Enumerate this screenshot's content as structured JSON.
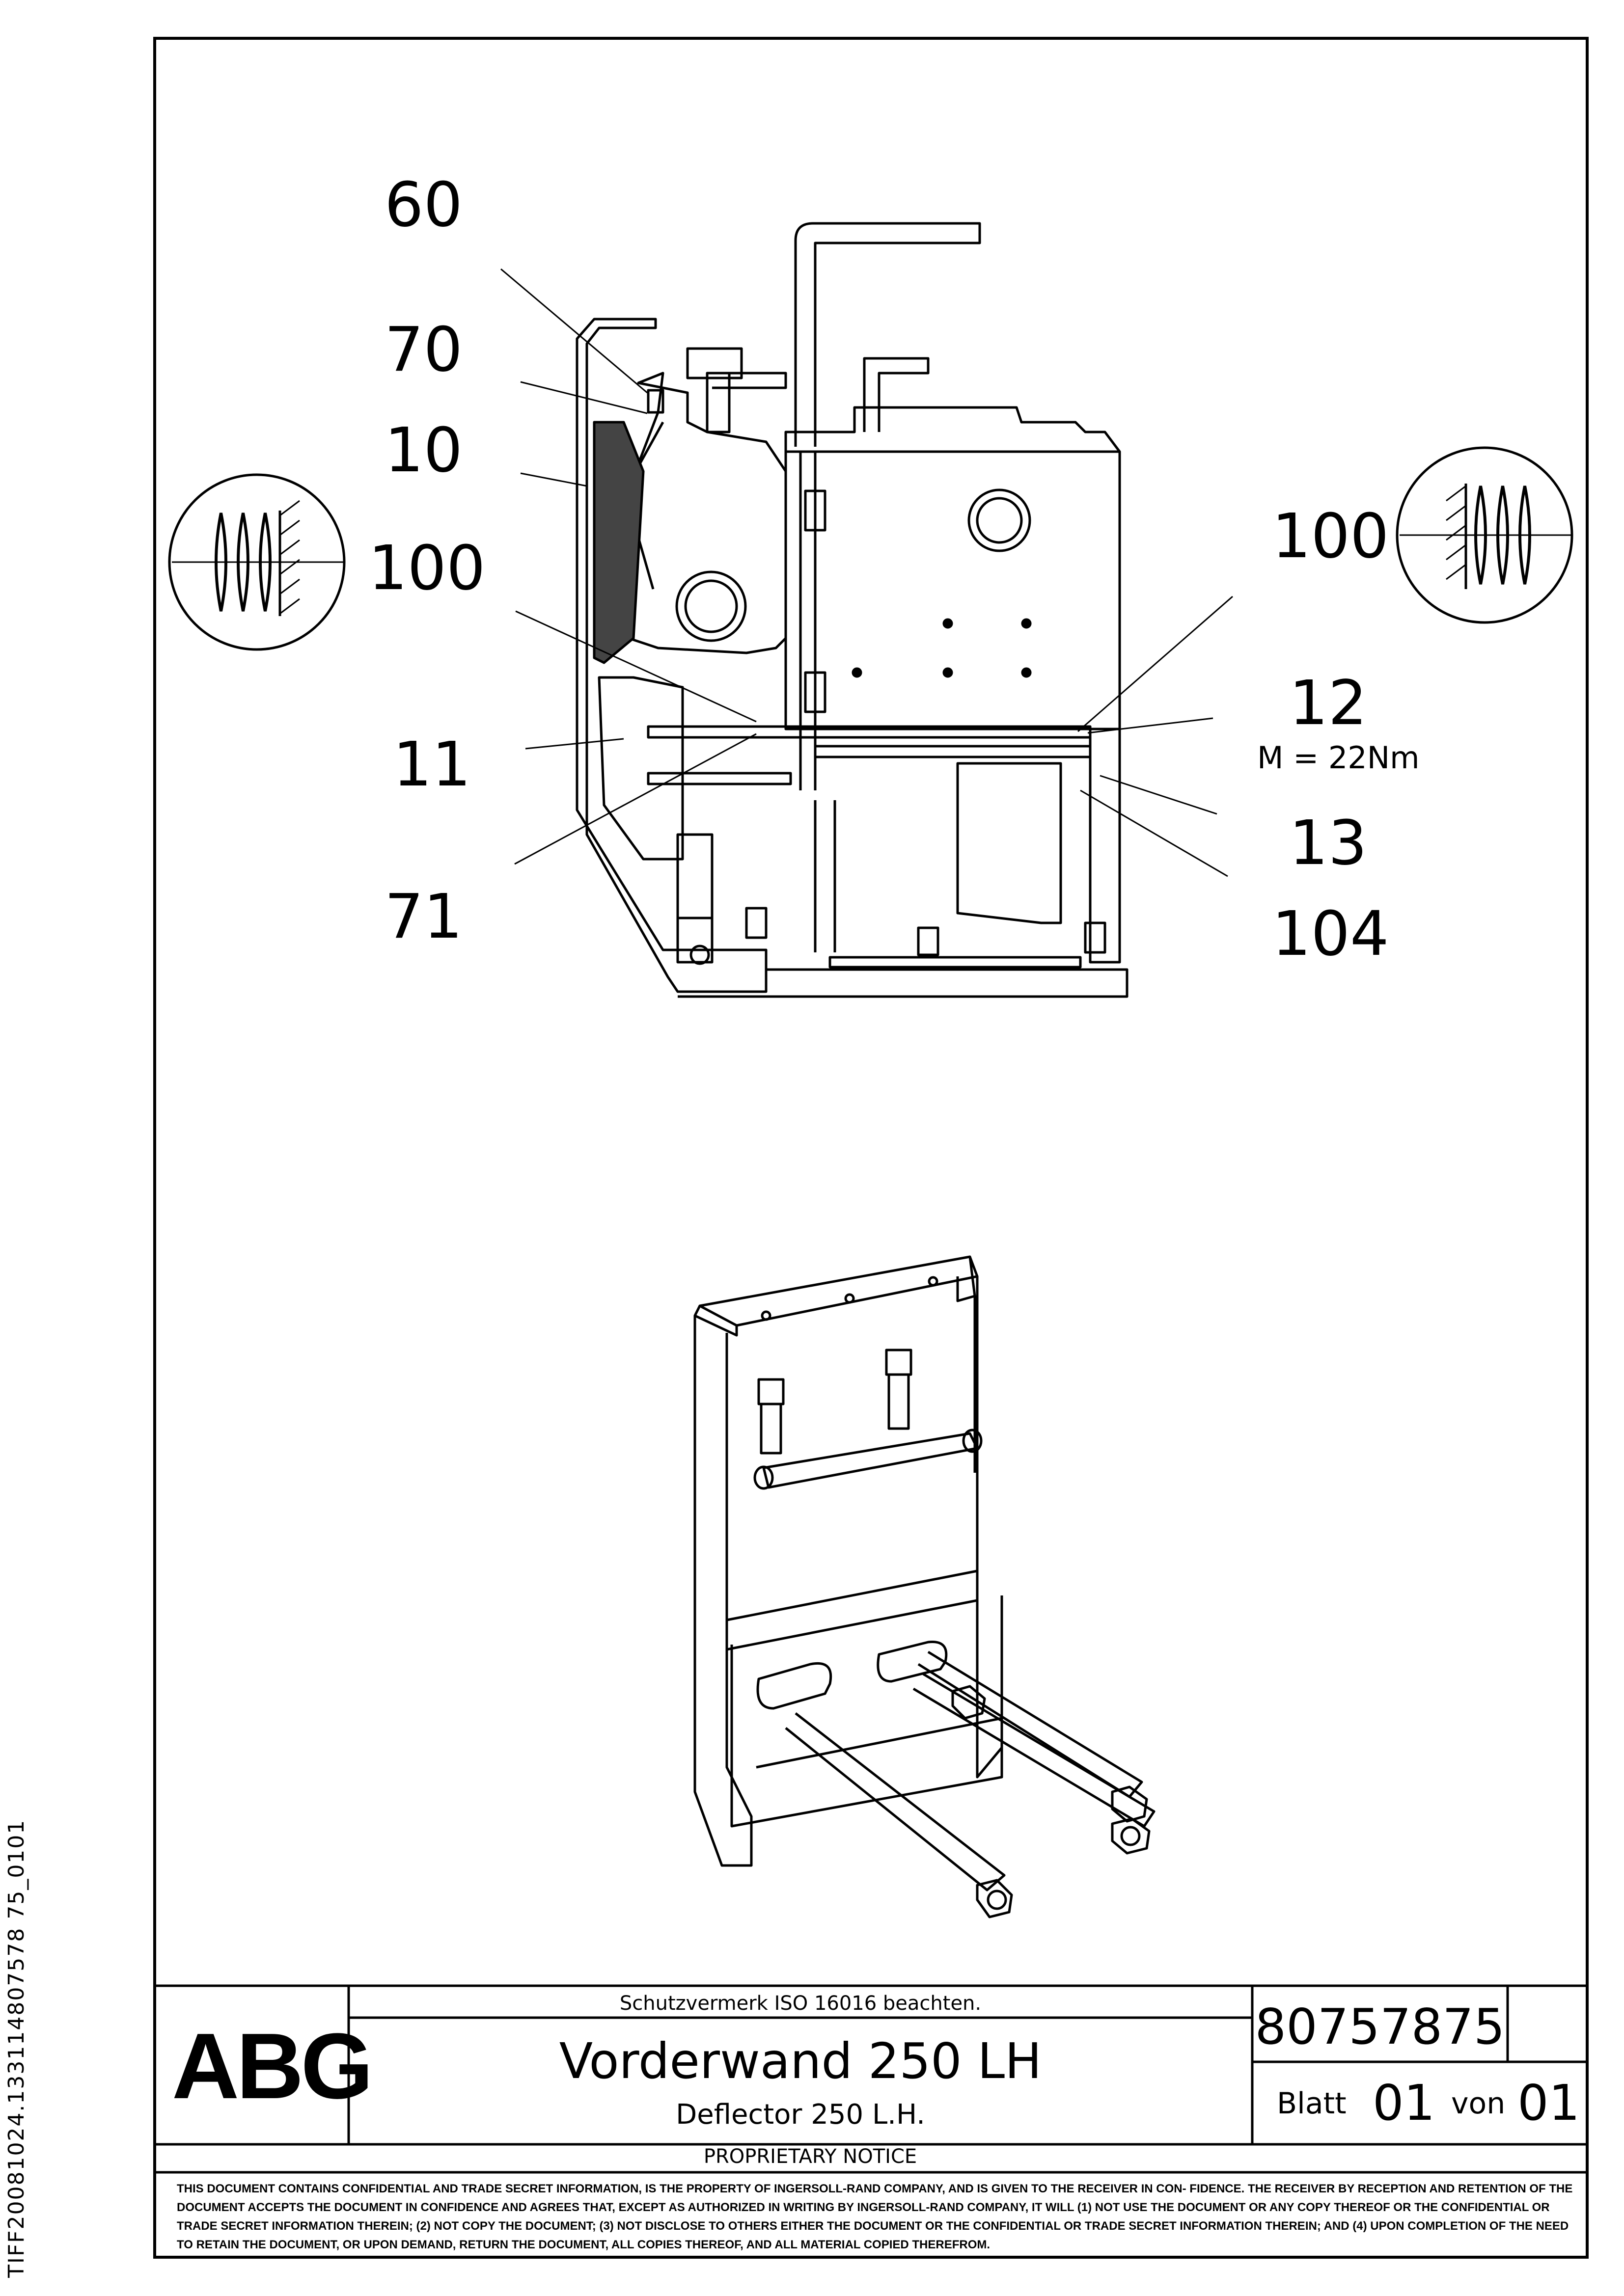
{
  "callouts": {
    "c60": "60",
    "c70": "70",
    "c10": "10",
    "c100_left": "100",
    "c11": "11",
    "c71": "71",
    "c100_right": "100",
    "c12": "12",
    "torque": "M = 22Nm",
    "c13": "13",
    "c104": "104"
  },
  "title_block": {
    "logo": "ABG",
    "protection_note": "Schutzvermerk ISO 16016 beachten.",
    "title_de": "Vorderwand 250 LH",
    "title_en": "Deflector 250 L.H.",
    "doc_number": "80757875",
    "sheet_label": "Blatt",
    "sheet_no": "01",
    "of_label": "von",
    "sheet_total": "01"
  },
  "notice": {
    "title": "PROPRIETARY NOTICE",
    "text": "THIS DOCUMENT CONTAINS CONFIDENTIAL AND TRADE SECRET INFORMATION, IS THE PROPERTY OF INGERSOLL-RAND COMPANY, AND IS GIVEN TO THE RECEIVER IN CON- FIDENCE. THE RECEIVER BY RECEPTION AND RETENTION OF THE DOCUMENT ACCEPTS THE DOCUMENT IN CONFIDENCE AND AGREES THAT, EXCEPT AS AUTHORIZED IN WRITING BY INGERSOLL-RAND COMPANY, IT WILL (1) NOT USE THE DOCUMENT OR ANY COPY THEREOF OR THE CONFIDENTIAL OR TRADE SECRET INFORMATION THEREIN; (2) NOT COPY THE DOCUMENT; (3) NOT DISCLOSE TO OTHERS EITHER THE DOCUMENT OR THE CONFIDENTIAL OR TRADE SECRET INFORMATION THEREIN; AND (4) UPON COMPLETION OF THE NEED TO RETAIN THE DOCUMENT, OR UPON DEMAND, RETURN THE DOCUMENT, ALL COPIES THEREOF, AND ALL MATERIAL COPIED THEREFROM."
  },
  "side_id": "TIFF20081024.133114807578 75_0101"
}
